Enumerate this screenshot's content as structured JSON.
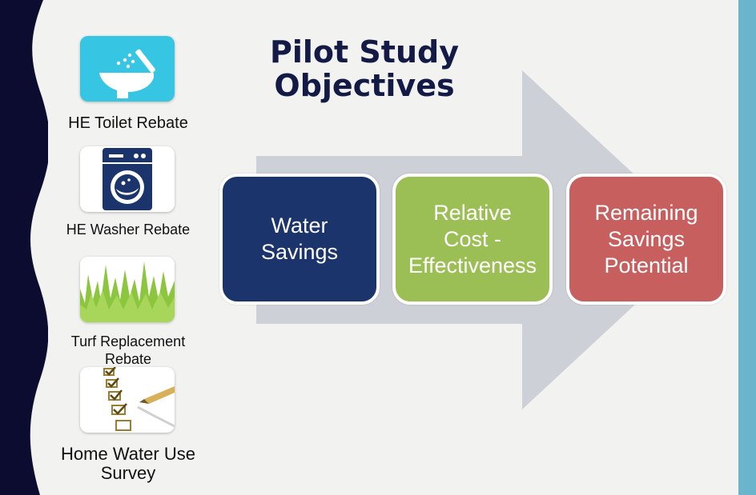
{
  "slide": {
    "title": "Pilot Study\nObjectives",
    "objectives": [
      {
        "label": "Water\nSavings",
        "color": "#1c346c"
      },
      {
        "label": "Relative\nCost -\nEffectiveness",
        "color": "#9cbf55"
      },
      {
        "label": "Remaining\nSavings\nPotential",
        "color": "#c85f5f"
      }
    ],
    "programs": [
      {
        "label": "HE Toilet Rebate",
        "icon": "toilet-icon"
      },
      {
        "label": "HE Washer Rebate",
        "icon": "washing-machine-icon"
      },
      {
        "label": "Turf Replacement\nRebate",
        "icon": "grass-icon"
      },
      {
        "label": "Home Water Use\nSurvey",
        "icon": "checklist-icon"
      }
    ],
    "colors": {
      "background": "#f2f2f0",
      "left_wave": "#0c0c30",
      "right_bar": "#6ab4cc",
      "title": "#121a45",
      "arrow": "#cdd0d6"
    }
  }
}
